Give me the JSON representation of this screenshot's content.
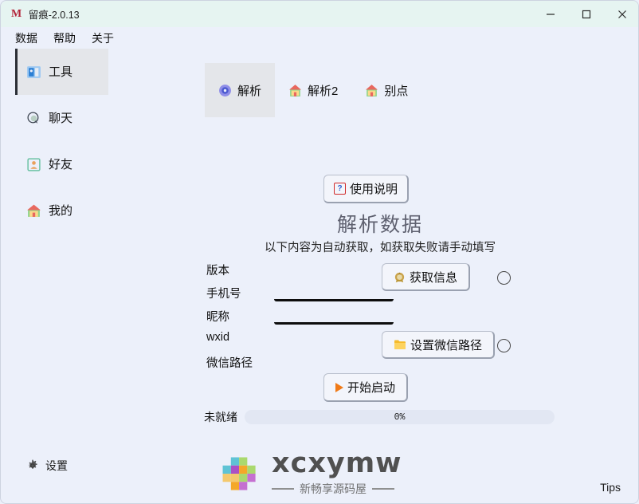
{
  "window": {
    "logo_mark": "M",
    "title": "留痕-2.0.13",
    "minimize": "─",
    "maximize": "□",
    "close": "✕"
  },
  "menubar": {
    "items": [
      {
        "label": "数据"
      },
      {
        "label": "帮助"
      },
      {
        "label": "关于"
      }
    ]
  },
  "sidebar": {
    "avatar_placeholder": "avatar",
    "items": [
      {
        "label": "工具",
        "icon": "tools-icon",
        "active": true
      },
      {
        "label": "聊天",
        "icon": "chat-icon",
        "active": false
      },
      {
        "label": "好友",
        "icon": "contacts-icon",
        "active": false
      },
      {
        "label": "我的",
        "icon": "home-icon",
        "active": false
      }
    ],
    "settings": {
      "label": "设置",
      "icon": "gear-icon"
    }
  },
  "tabs": [
    {
      "label": "解析",
      "icon": "disc-icon",
      "active": true
    },
    {
      "label": "解析2",
      "icon": "house-icon",
      "active": false
    },
    {
      "label": "别点",
      "icon": "house-icon",
      "active": false
    }
  ],
  "panel": {
    "help_button": "使用说明",
    "help_icon_glyph": "?",
    "title": "解析数据",
    "subtitle": "以下内容为自动获取，如获取失败请手动填写",
    "fields": [
      {
        "label": "版本",
        "value": "",
        "has_input": false
      },
      {
        "label": "手机号",
        "value": "",
        "has_input": true
      },
      {
        "label": "昵称",
        "value": "",
        "has_input": true
      },
      {
        "label": "wxid",
        "value": "",
        "has_input": false
      },
      {
        "label": "微信路径",
        "value": "",
        "has_input": false
      }
    ],
    "get_info_button": "获取信息",
    "set_path_button": "设置微信路径",
    "start_button": "开始启动",
    "status_text": "未就绪",
    "progress_label": "0%",
    "progress_percent": 0
  },
  "watermark": {
    "brand": "xcxymw",
    "tagline": "新畅享源码屋"
  },
  "footer": {
    "tips": "Tips"
  },
  "colors": {
    "background": "#ecf0fa",
    "titlebar": "#e6f4f1",
    "active_panel": "#e4e6ea",
    "accent_red": "#b3253a",
    "play_orange": "#f07a17",
    "folder_yellow": "#f5bb2c",
    "heading_gray": "#5f6170"
  }
}
